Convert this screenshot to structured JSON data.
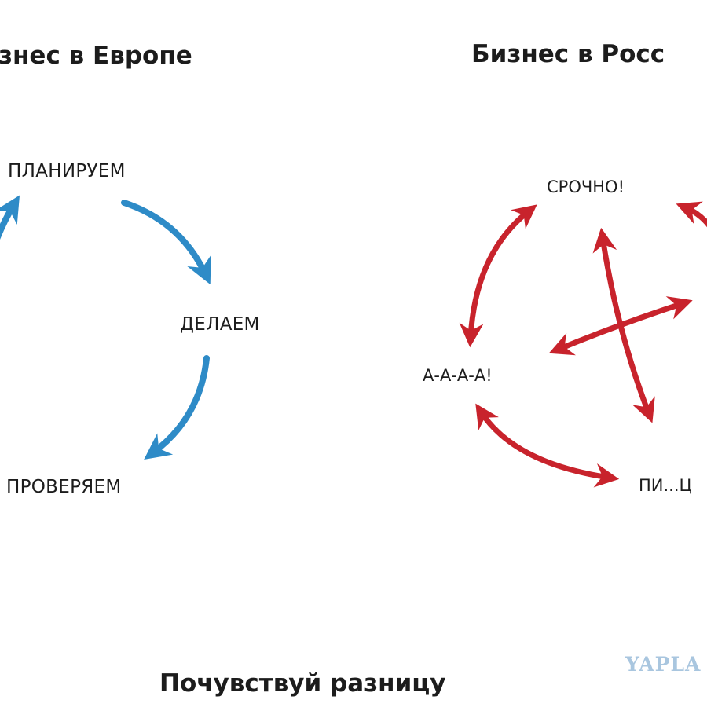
{
  "europe": {
    "title": "знес в Европе",
    "nodes": {
      "plan": "ПЛАНИРУЕМ",
      "do": "ДЕЛАЕМ",
      "check": "ПРОВЕРЯЕМ"
    },
    "arrow_color": "#2e8bc7"
  },
  "russia": {
    "title": "Бизнес в Росс",
    "nodes": {
      "urgent": "СРОЧНО!",
      "panic": "А-А-А-А!",
      "pi": "ПИ...Ц"
    },
    "arrow_color": "#c8232c"
  },
  "footer": {
    "caption": "Почувствуй разницу"
  },
  "watermark": {
    "text": "YAPLA",
    "color": "#a9c6df"
  }
}
